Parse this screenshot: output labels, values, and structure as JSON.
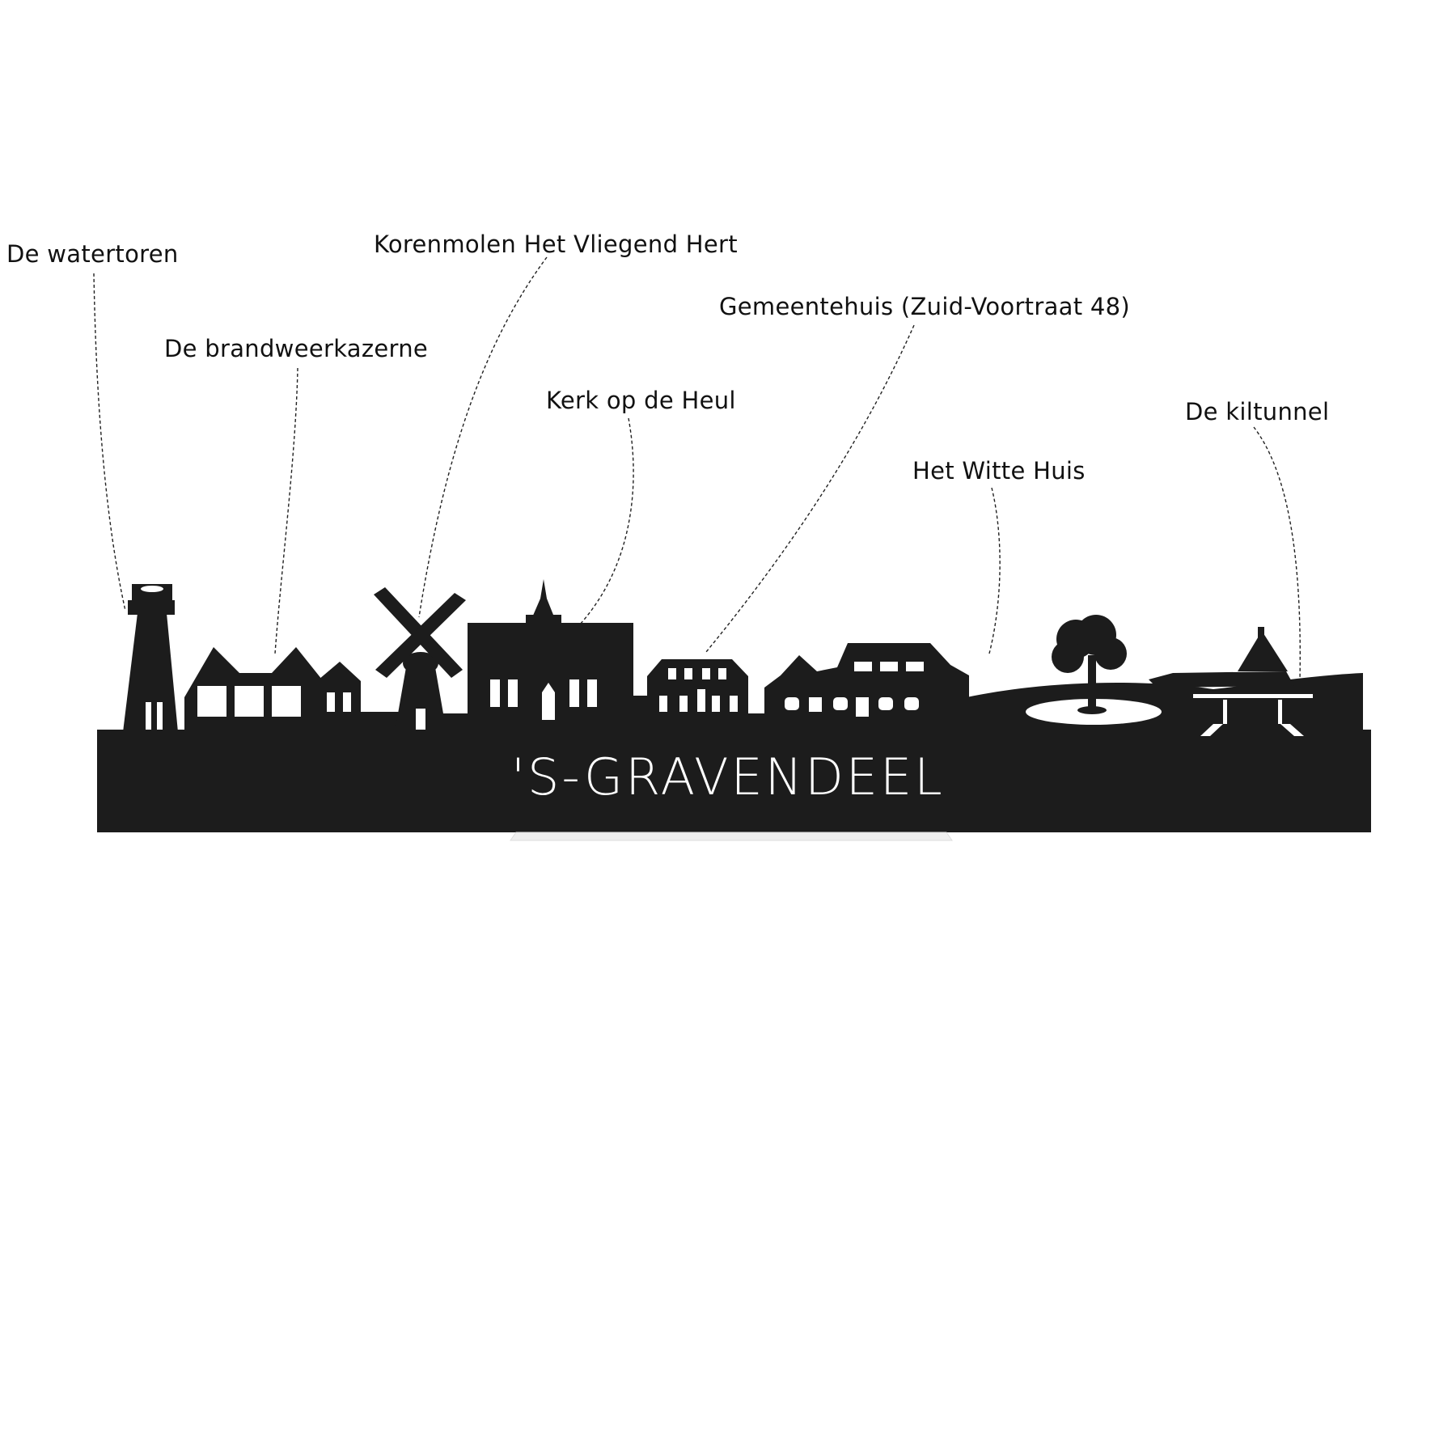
{
  "town_name": "'S-GRAVENDEEL",
  "landmarks": [
    {
      "name": "De watertoren"
    },
    {
      "name": "De brandweerkazerne"
    },
    {
      "name": "Korenmolen Het Vliegend Hert"
    },
    {
      "name": "Kerk op de Heul"
    },
    {
      "name": "Gemeentehuis (Zuid-Voortraat 48)"
    },
    {
      "name": "Het Witte Huis"
    },
    {
      "name": "De kiltunnel"
    }
  ],
  "colors": {
    "silhouette": "#1c1c1c",
    "background": "#ffffff",
    "leader_line": "#222222"
  }
}
